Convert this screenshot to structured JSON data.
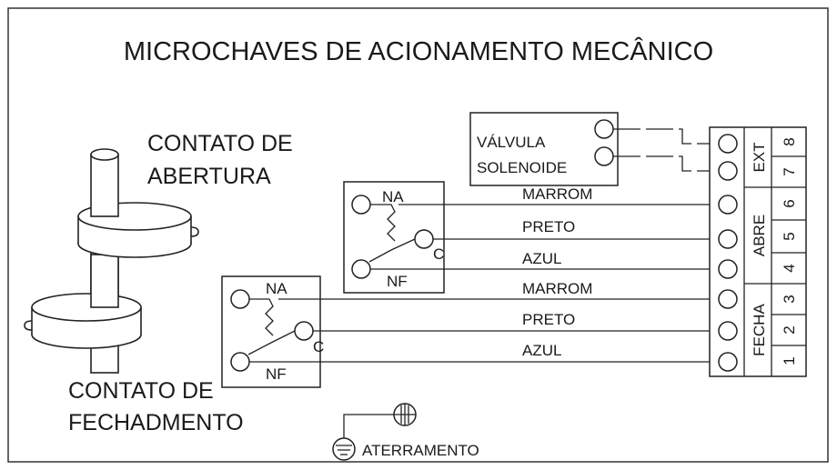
{
  "title": "MICROCHAVES DE ACIONAMENTO MECÂNICO",
  "labels": {
    "contato_abertura_1": "CONTATO DE",
    "contato_abertura_2": "ABERTURA",
    "contato_fechamento_1": "CONTATO DE",
    "contato_fechamento_2": "FECHADMENTO",
    "valvula": "VÁLVULA",
    "solenoide": "SOLENOIDE",
    "aterramento": "ATERRAMENTO"
  },
  "switch_upper": {
    "na": "NA",
    "nf": "NF",
    "c": "C"
  },
  "switch_lower": {
    "na": "NA",
    "nf": "NF",
    "c": "C"
  },
  "wires_upper": [
    "MARROM",
    "PRETO",
    "AZUL"
  ],
  "wires_lower": [
    "MARROM",
    "PRETO",
    "AZUL"
  ],
  "terminal_groups": {
    "ext": "EXT",
    "abre": "ABRE",
    "fecha": "FECHA"
  },
  "terminal_numbers": [
    "8",
    "7",
    "6",
    "5",
    "4",
    "3",
    "2",
    "1"
  ]
}
